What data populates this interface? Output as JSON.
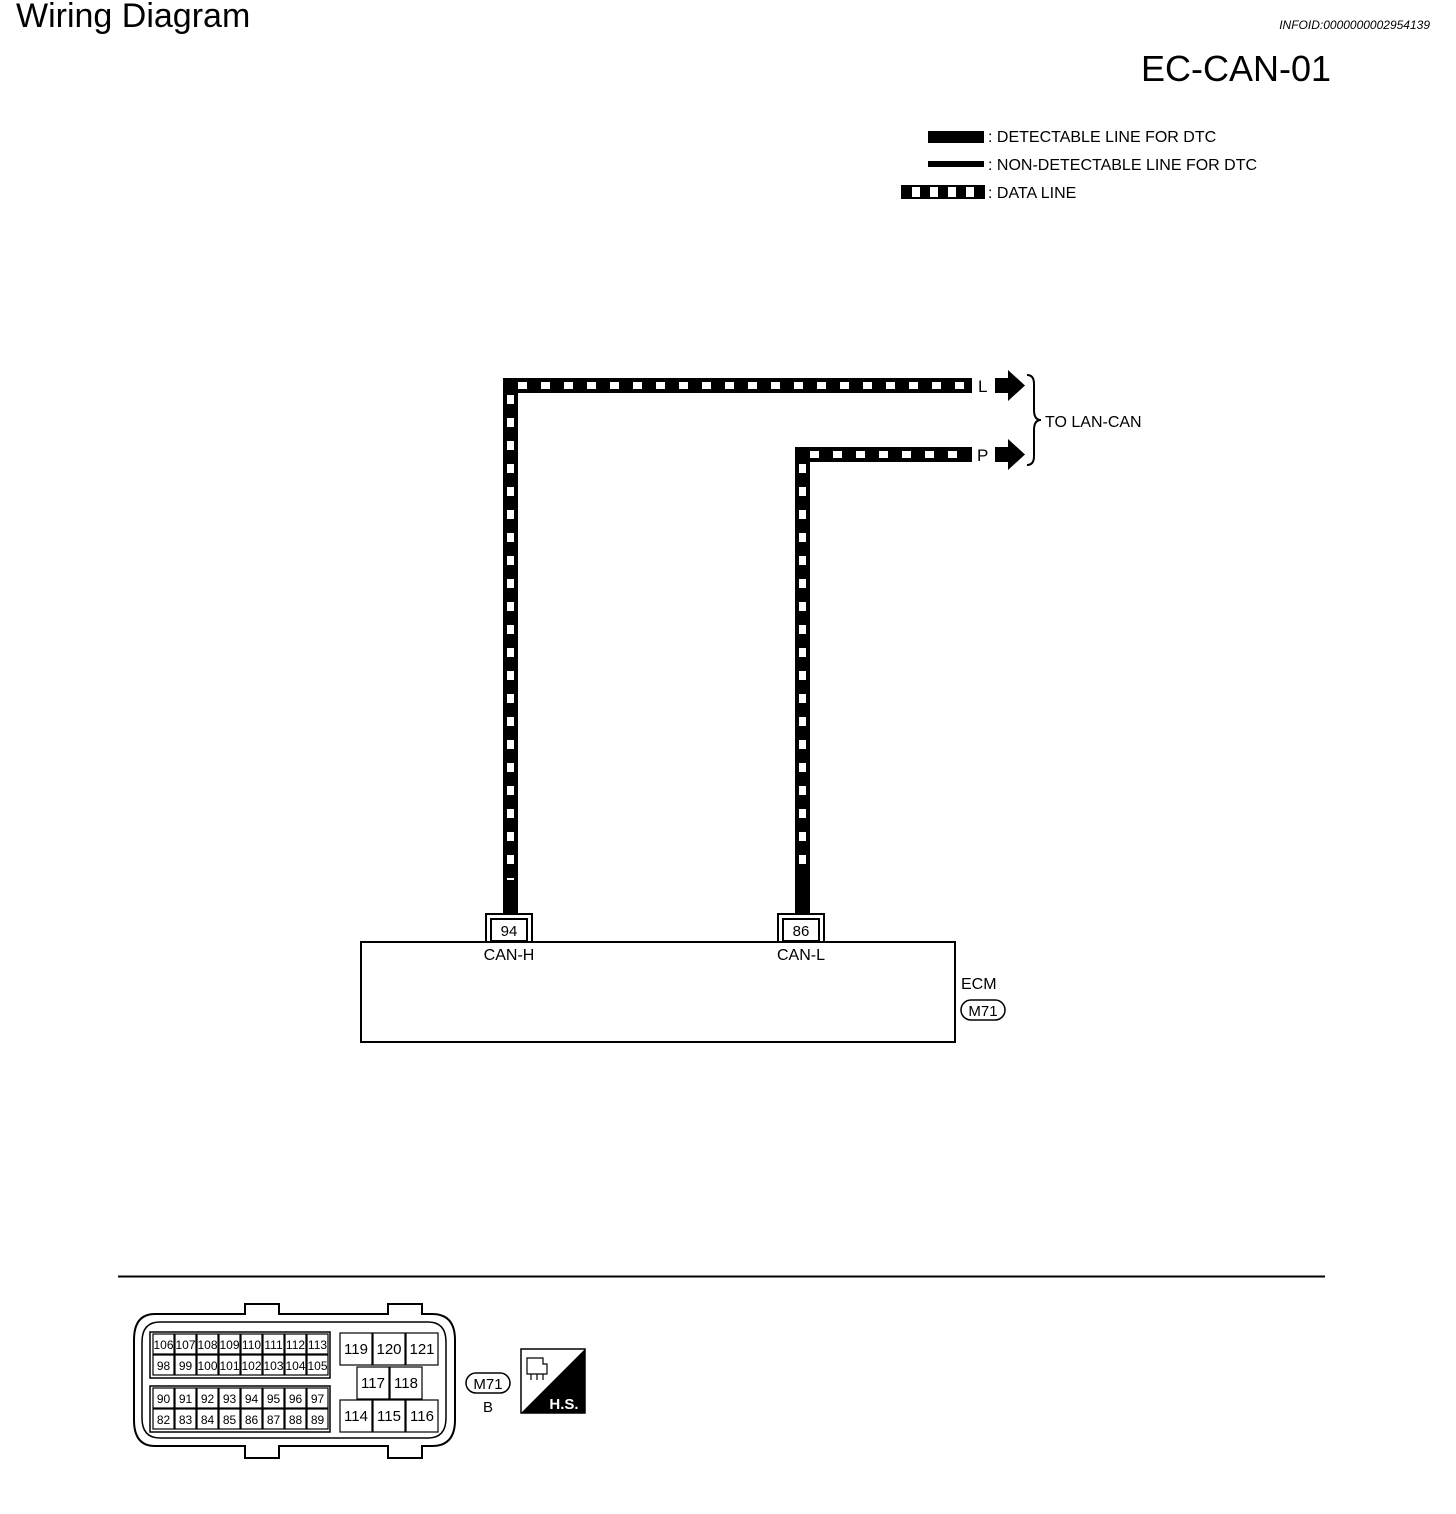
{
  "header": {
    "title": "Wiring Diagram",
    "info_id": "INFOID:0000000002954139",
    "diagram_code": "EC-CAN-01"
  },
  "legend": {
    "detectable": ": DETECTABLE LINE FOR DTC",
    "non_detectable": ": NON-DETECTABLE LINE FOR DTC",
    "data_line": ": DATA LINE"
  },
  "wiring": {
    "top_right_l": "L",
    "top_right_p": "P",
    "to_lan_can": "TO LAN-CAN",
    "wire_label_l": "L",
    "wire_label_p": "P",
    "pin_94": "94",
    "pin_86": "86",
    "can_h": "CAN-H",
    "can_l": "CAN-L",
    "ecm_label": "ECM",
    "ecm_connector": "M71"
  },
  "connector_face": {
    "left_block_row1": [
      "106",
      "107",
      "108",
      "109",
      "110",
      "111",
      "112",
      "113"
    ],
    "left_block_row2": [
      "98",
      "99",
      "100",
      "101",
      "102",
      "103",
      "104",
      "105"
    ],
    "left_block_row3": [
      "90",
      "91",
      "92",
      "93",
      "94",
      "95",
      "96",
      "97"
    ],
    "left_block_row4": [
      "82",
      "83",
      "84",
      "85",
      "86",
      "87",
      "88",
      "89"
    ],
    "right_block_top": [
      "119",
      "120",
      "121"
    ],
    "right_block_mid": [
      "117",
      "118"
    ],
    "right_block_bottom": [
      "114",
      "115",
      "116"
    ],
    "connector_id": "M71",
    "connector_color": "B",
    "hs_label": "H.S."
  }
}
